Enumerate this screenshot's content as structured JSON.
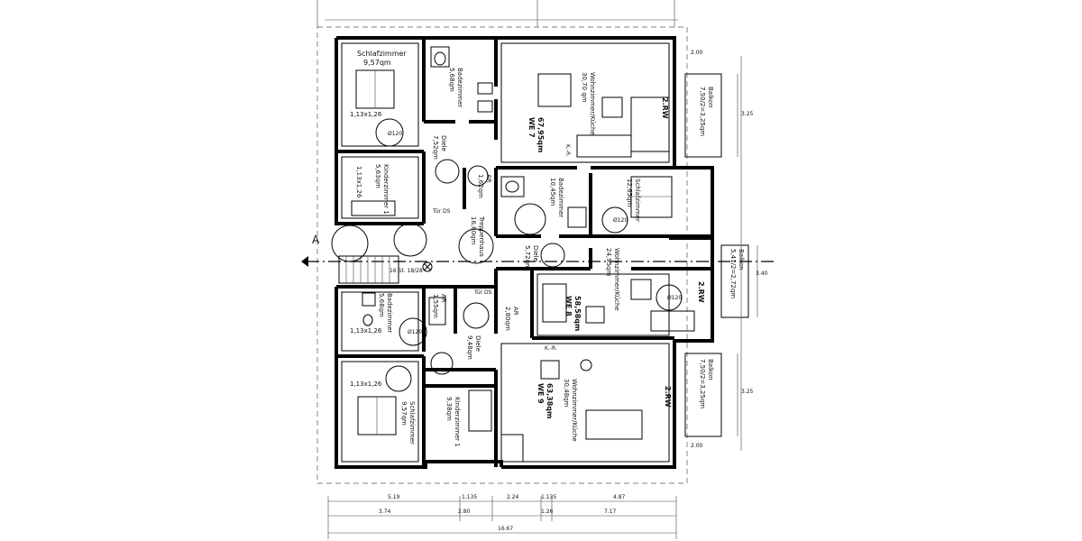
{
  "section_marker": "A",
  "rooms": [
    {
      "id": "schlaf-top",
      "name": "Schlafzimmer",
      "area": "9,57qm",
      "rot": 0
    },
    {
      "id": "bad-top",
      "name": "Badezimmer",
      "area": "5,68qm",
      "rot": 90
    },
    {
      "id": "wohn-7",
      "name": "Wohnzimmer/Küche",
      "area": "30,70 qm",
      "rot": 90
    },
    {
      "id": "diele-top",
      "name": "Diele",
      "area": "7,52qm",
      "rot": 90
    },
    {
      "id": "kind-top",
      "name": "Kinderzimmer 1",
      "area": "5,63qm",
      "rot": 90
    },
    {
      "id": "ar-top",
      "name": "AR",
      "area": "1,62qm",
      "rot": 90
    },
    {
      "id": "bad-mid",
      "name": "Badezimmer",
      "area": "10,45qm",
      "rot": 90
    },
    {
      "id": "schlaf-mid",
      "name": "Schlafzimmer",
      "area": "12,65qm",
      "rot": 90
    },
    {
      "id": "treppe",
      "name": "Treppenhaus",
      "area": "16,60qm",
      "rot": 90
    },
    {
      "id": "diele-mid",
      "name": "Diele",
      "area": "5,72qm",
      "rot": 90
    },
    {
      "id": "wohn-8",
      "name": "Wohnzimmer/Küche",
      "area": "24,95qm",
      "rot": 90
    },
    {
      "id": "bad-low",
      "name": "Badezimmer",
      "area": "5,68qm",
      "rot": 90
    },
    {
      "id": "ar-low",
      "name": "AR",
      "area": "1,55qm",
      "rot": 90
    },
    {
      "id": "ar-mid",
      "name": "AR",
      "area": "2,80qm",
      "rot": 90
    },
    {
      "id": "diele-low",
      "name": "Diele",
      "area": "9,48qm",
      "rot": 90
    },
    {
      "id": "kind-low",
      "name": "Kinderzimmer 1",
      "area": "9,38qm",
      "rot": 90
    },
    {
      "id": "wohn-9",
      "name": "Wohnzimmer/Küche",
      "area": "30,48qm",
      "rot": 90
    },
    {
      "id": "schlaf-low",
      "name": "Schlafzimmer",
      "area": "9,57qm",
      "rot": 90
    }
  ],
  "units": [
    {
      "id": "we7",
      "name": "WE 7",
      "area": "67,95qm"
    },
    {
      "id": "we8",
      "name": "WE 8",
      "area": "58,58qm"
    },
    {
      "id": "we9",
      "name": "WE 9",
      "area": "63,38qm"
    }
  ],
  "balconies": [
    {
      "id": "balkon-top",
      "name": "Balkon",
      "area": "7,50/2=3,25qm"
    },
    {
      "id": "balkon-mid",
      "name": "Balkon",
      "area": "5,41/2=2,72qm"
    },
    {
      "id": "balkon-low",
      "name": "Balkon",
      "area": "7,50/2=3,25qm"
    }
  ],
  "fireplaces": [
    "2.RW",
    "2.RW",
    "2.RW"
  ],
  "window_tags": [
    "1,13x1,26",
    "1,13x1,26",
    "1,13x1,26",
    "1,13x1,26"
  ],
  "door_tags": [
    "Tür DS",
    "Tür DS"
  ],
  "kitchen_tags": [
    "K.-R.",
    "K.-R."
  ],
  "circle_tag": "Ø120",
  "stair_tag": "16 St. 18/28",
  "bottom_dims": {
    "row1": [
      "5.19",
      "1.135",
      "2.24",
      "1.135",
      "4.87"
    ],
    "row2": [
      "3.74",
      "2.80",
      "1.26",
      "7.17"
    ],
    "total": "16.67"
  },
  "side_dims": [
    "2.00",
    "3.25",
    "3.40",
    "3.25",
    "2.00"
  ]
}
